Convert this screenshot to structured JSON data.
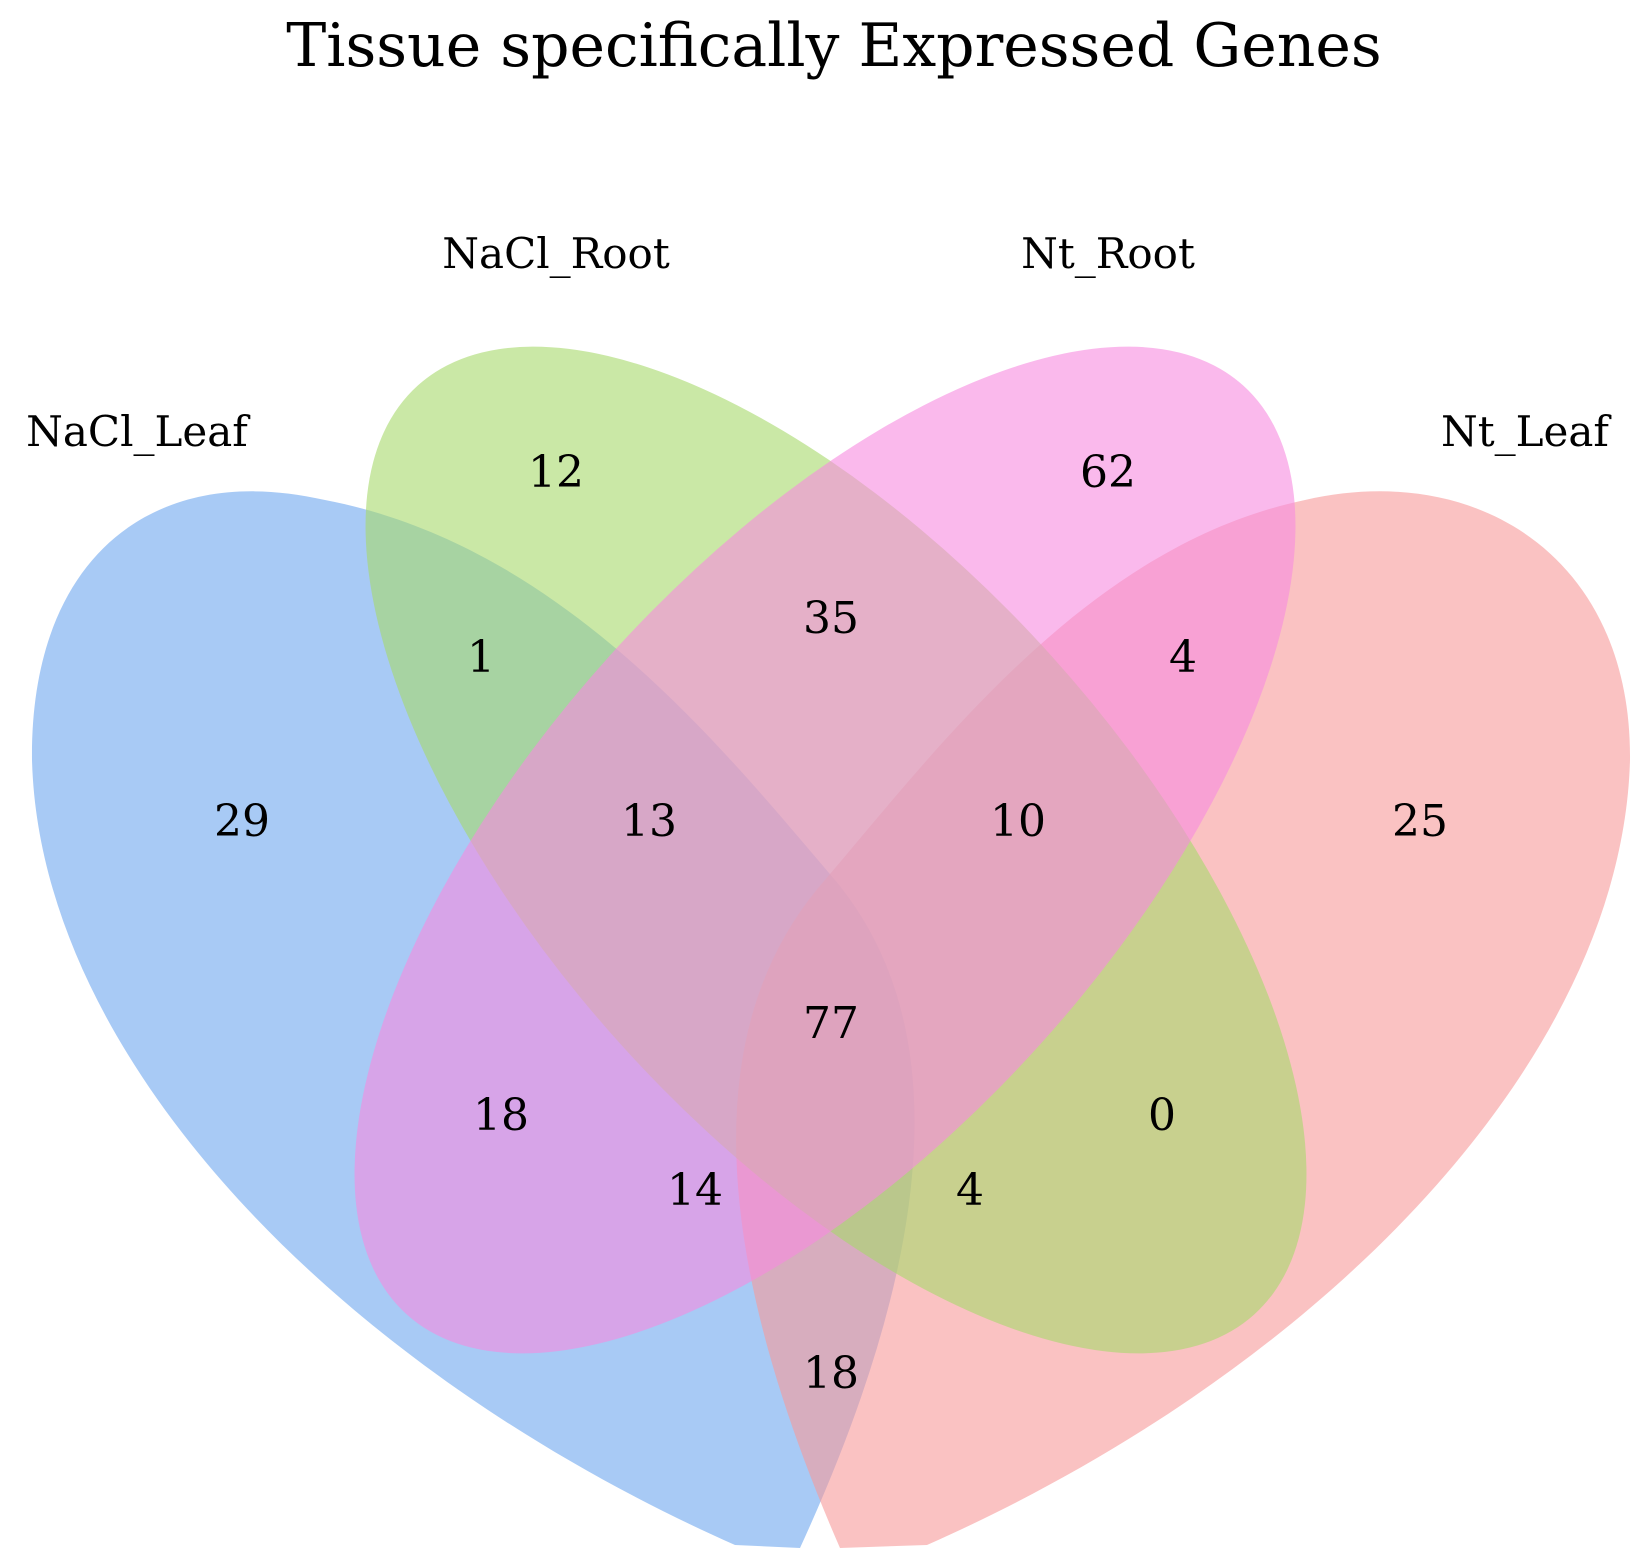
{
  "title": "Tissue specifically Expressed Genes",
  "sets": [
    {
      "id": "nacl_leaf",
      "label": "NaCl_Leaf",
      "color": "#6ea6ee"
    },
    {
      "id": "nacl_root",
      "label": "NaCl_Root",
      "color": "#a6d96a"
    },
    {
      "id": "nt_root",
      "label": "Nt_Root",
      "color": "#f78be0"
    },
    {
      "id": "nt_leaf",
      "label": "Nt_Leaf",
      "color": "#f79a9a"
    }
  ],
  "regions": [
    {
      "sets": [
        "NaCl_Leaf"
      ],
      "count": "29"
    },
    {
      "sets": [
        "NaCl_Root"
      ],
      "count": "12"
    },
    {
      "sets": [
        "Nt_Root"
      ],
      "count": "62"
    },
    {
      "sets": [
        "Nt_Leaf"
      ],
      "count": "25"
    },
    {
      "sets": [
        "NaCl_Leaf",
        "NaCl_Root"
      ],
      "count": "1"
    },
    {
      "sets": [
        "NaCl_Root",
        "Nt_Root"
      ],
      "count": "35"
    },
    {
      "sets": [
        "Nt_Root",
        "Nt_Leaf"
      ],
      "count": "4"
    },
    {
      "sets": [
        "NaCl_Leaf",
        "NaCl_Root",
        "Nt_Root"
      ],
      "count": "13"
    },
    {
      "sets": [
        "NaCl_Root",
        "Nt_Root",
        "Nt_Leaf"
      ],
      "count": "10"
    },
    {
      "sets": [
        "NaCl_Leaf",
        "NaCl_Root",
        "Nt_Root",
        "Nt_Leaf"
      ],
      "count": "77"
    },
    {
      "sets": [
        "NaCl_Leaf",
        "Nt_Root"
      ],
      "count": "18"
    },
    {
      "sets": [
        "NaCl_Root",
        "Nt_Leaf"
      ],
      "count": "0"
    },
    {
      "sets": [
        "NaCl_Leaf",
        "Nt_Root",
        "Nt_Leaf"
      ],
      "count": "14"
    },
    {
      "sets": [
        "NaCl_Leaf",
        "NaCl_Root",
        "Nt_Leaf"
      ],
      "count": "4"
    },
    {
      "sets": [
        "NaCl_Leaf",
        "Nt_Leaf"
      ],
      "count": "18"
    }
  ]
}
